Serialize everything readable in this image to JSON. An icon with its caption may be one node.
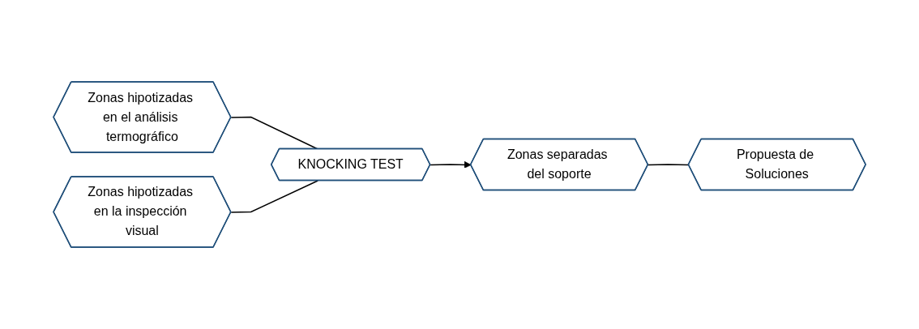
{
  "diagram": {
    "nodes": [
      {
        "text": [
          "Zonas hipotizadas en el análisis termográfico"
        ]
      },
      {
        "text": [
          "Zonas hipotizadas en la inspección visual"
        ]
      },
      {
        "text": [
          "KNOCKING TEST"
        ]
      },
      {
        "text": [
          "Zonas separadas del soporte"
        ]
      },
      {
        "text": [
          "Propuesta de Soluciones"
        ]
      }
    ],
    "edges": [
      {
        "from": 0,
        "to": 2,
        "arrow": "none"
      },
      {
        "from": 1,
        "to": 2,
        "arrow": "none"
      },
      {
        "from": 2,
        "to": 3,
        "arrow": "to"
      },
      {
        "from": 3,
        "to": 4,
        "arrow": "none"
      }
    ]
  }
}
